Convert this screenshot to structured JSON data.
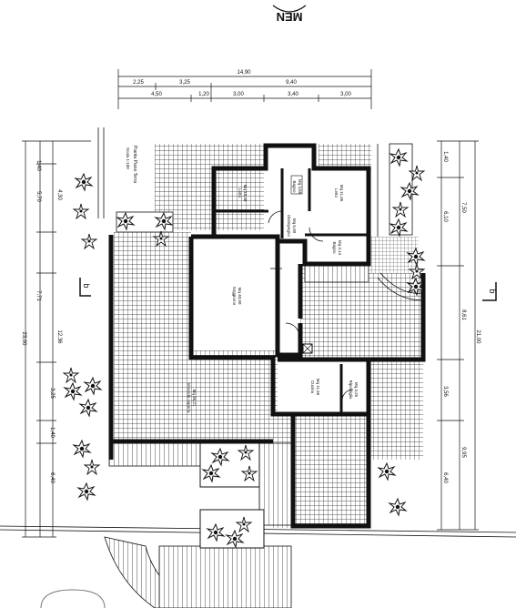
{
  "header": {
    "partial_text": "MEN"
  },
  "dimensions": {
    "top_total": "14,90",
    "top_row1": [
      "2,25",
      "3,25",
      "9,40"
    ],
    "top_row2": [
      "4,50",
      "1,20",
      "3,00",
      "3,40",
      "3,00"
    ],
    "left_outer": [
      "1,40",
      "5,70",
      "7,71",
      "23,00"
    ],
    "left_inner": [
      "4,30",
      "12,36",
      "3,25",
      "1,40",
      "6,40"
    ],
    "right_outer": [
      "7,50",
      "8,61",
      "21,00"
    ],
    "right_inner": [
      "1,40",
      "6,10",
      "3,56",
      "9,95",
      "6,40"
    ]
  },
  "title_block": {
    "line1": "Pianta Piano Terra",
    "line2": "Scala 1:100"
  },
  "section_markers": {
    "left": "b",
    "right": "b"
  },
  "rooms": {
    "letto1": {
      "name": "Letto",
      "area": "Mq 15,40"
    },
    "bagno1": {
      "name": "Bagno",
      "area": "Mq 4,55"
    },
    "letto2": {
      "name": "Letto",
      "area": "Mq 11,95"
    },
    "disimpegno": {
      "name": "Disimpegno",
      "area": "Mq 5,90"
    },
    "bagno2": {
      "name": "Bagno",
      "area": "Mq 3,14"
    },
    "soggiorno": {
      "name": "Soggiorno",
      "area": "Mq 40,90"
    },
    "veranda": {
      "name": "Veranda coperta",
      "area": "Mq 36,21"
    },
    "cucina": {
      "name": "Cucina",
      "area": "Mq 11,56"
    },
    "ripostiglio": {
      "name": "Ripostiglio",
      "area": "Mq 3,25"
    }
  },
  "colors": {
    "ink": "#111111",
    "paper": "#ffffff"
  }
}
